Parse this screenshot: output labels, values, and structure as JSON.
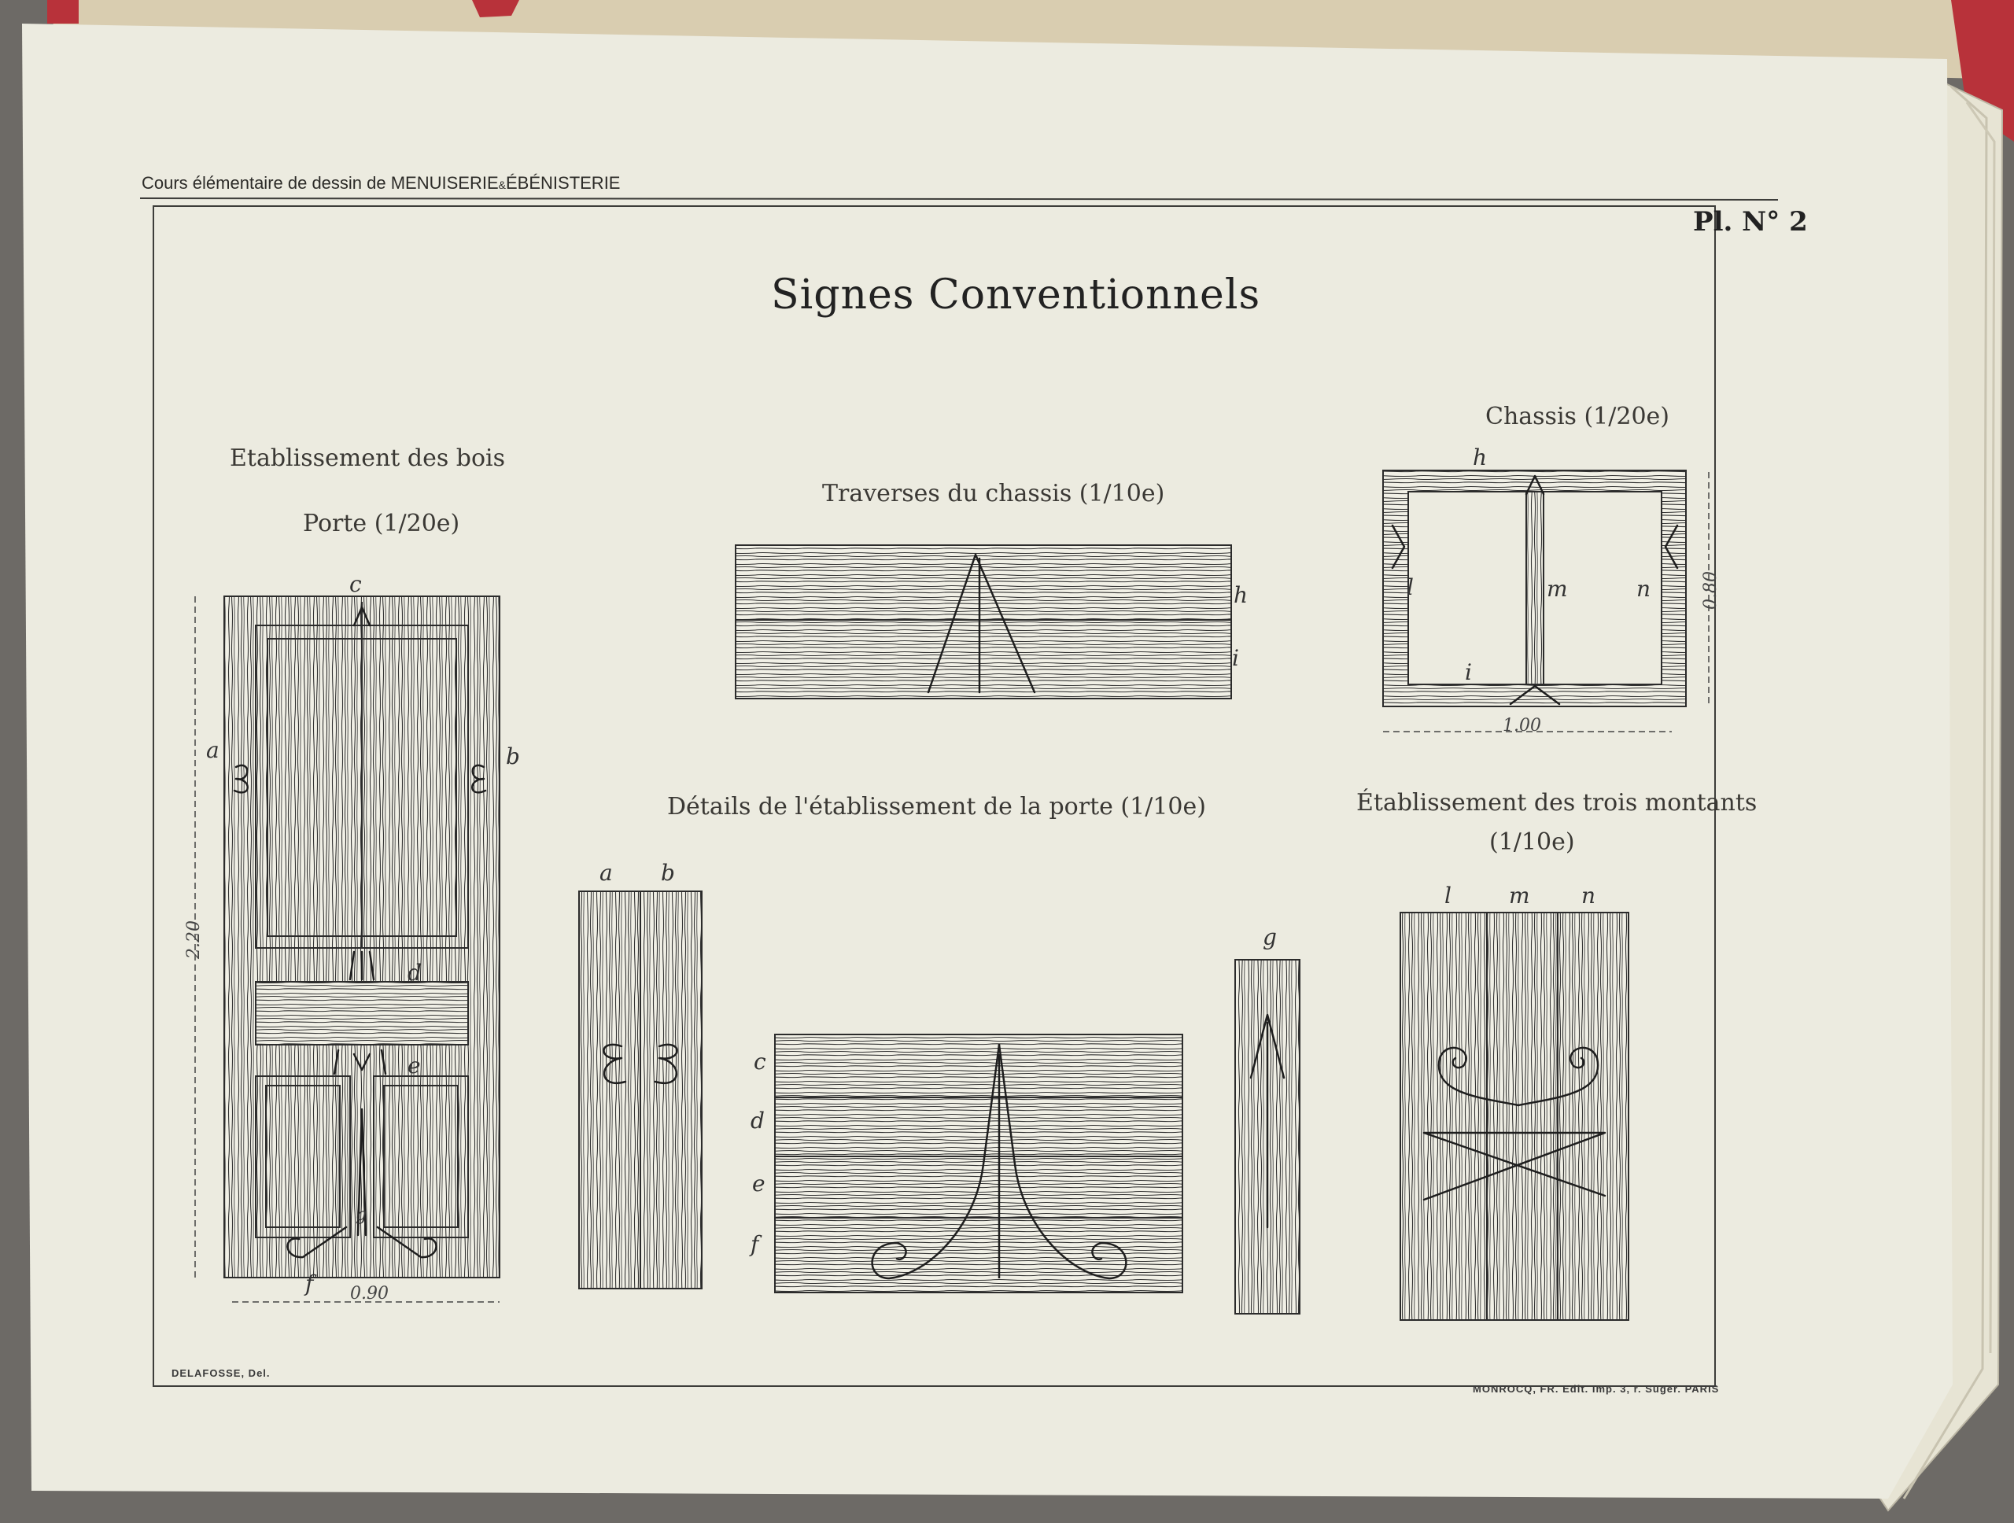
{
  "header": {
    "running_title_left": "Cours élémentaire de dessin de MENUISERIE",
    "running_title_amp": "&",
    "running_title_right": "ÉBÉNISTERIE",
    "plate_number": "Pl. N° 2"
  },
  "title": "Signes Conventionnels",
  "sections": {
    "bois": {
      "heading": "Etablissement des bois",
      "subheading": "Porte (1/20e)",
      "letters": [
        "a",
        "b",
        "c",
        "d",
        "e",
        "f",
        "g"
      ],
      "width_dim": "0.90",
      "height_dim": "2.20"
    },
    "traverses": {
      "heading": "Traverses du chassis (1/10e)",
      "letters": [
        "h",
        "i"
      ]
    },
    "chassis": {
      "heading": "Chassis (1/20e)",
      "letters": [
        "h",
        "l",
        "m",
        "n",
        "i"
      ],
      "width_dim": "1.00",
      "height_dim": "0.80"
    },
    "details": {
      "heading": "Détails de l'établissement de la porte (1/10e)",
      "top_letters": [
        "a",
        "b"
      ],
      "side_letters": [
        "c",
        "d",
        "e",
        "f"
      ],
      "g_letter": "g"
    },
    "montants": {
      "heading": "Établissement des trois montants",
      "scale": "(1/10e)",
      "letters": [
        "l",
        "m",
        "n"
      ]
    }
  },
  "footer": {
    "left_credit": "DELAFOSSE, Del.",
    "right_credit": "MONROCQ, FR. Edit. Imp. 3, r. Suger. PARIS"
  },
  "colors": {
    "paper": "#ecebe0",
    "background": "#6d6a66",
    "ink": "#1e1e1e",
    "binding_red": "#b8323a"
  }
}
